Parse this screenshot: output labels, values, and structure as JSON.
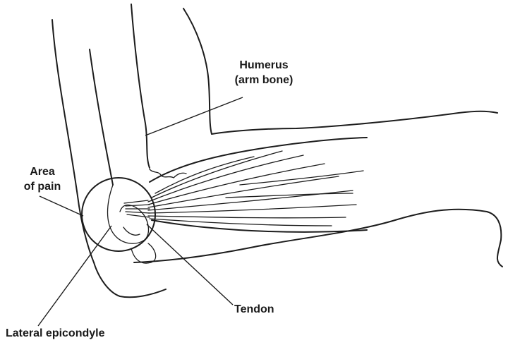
{
  "labels": {
    "humerus_line1": "Humerus",
    "humerus_line2": "(arm bone)",
    "area_line1": "Area",
    "area_line2": "of pain",
    "tendon": "Tendon",
    "lateral_epicondyle": "Lateral epicondyle"
  },
  "style": {
    "ink_color": "#1c1c1c",
    "background": "#ffffff"
  }
}
